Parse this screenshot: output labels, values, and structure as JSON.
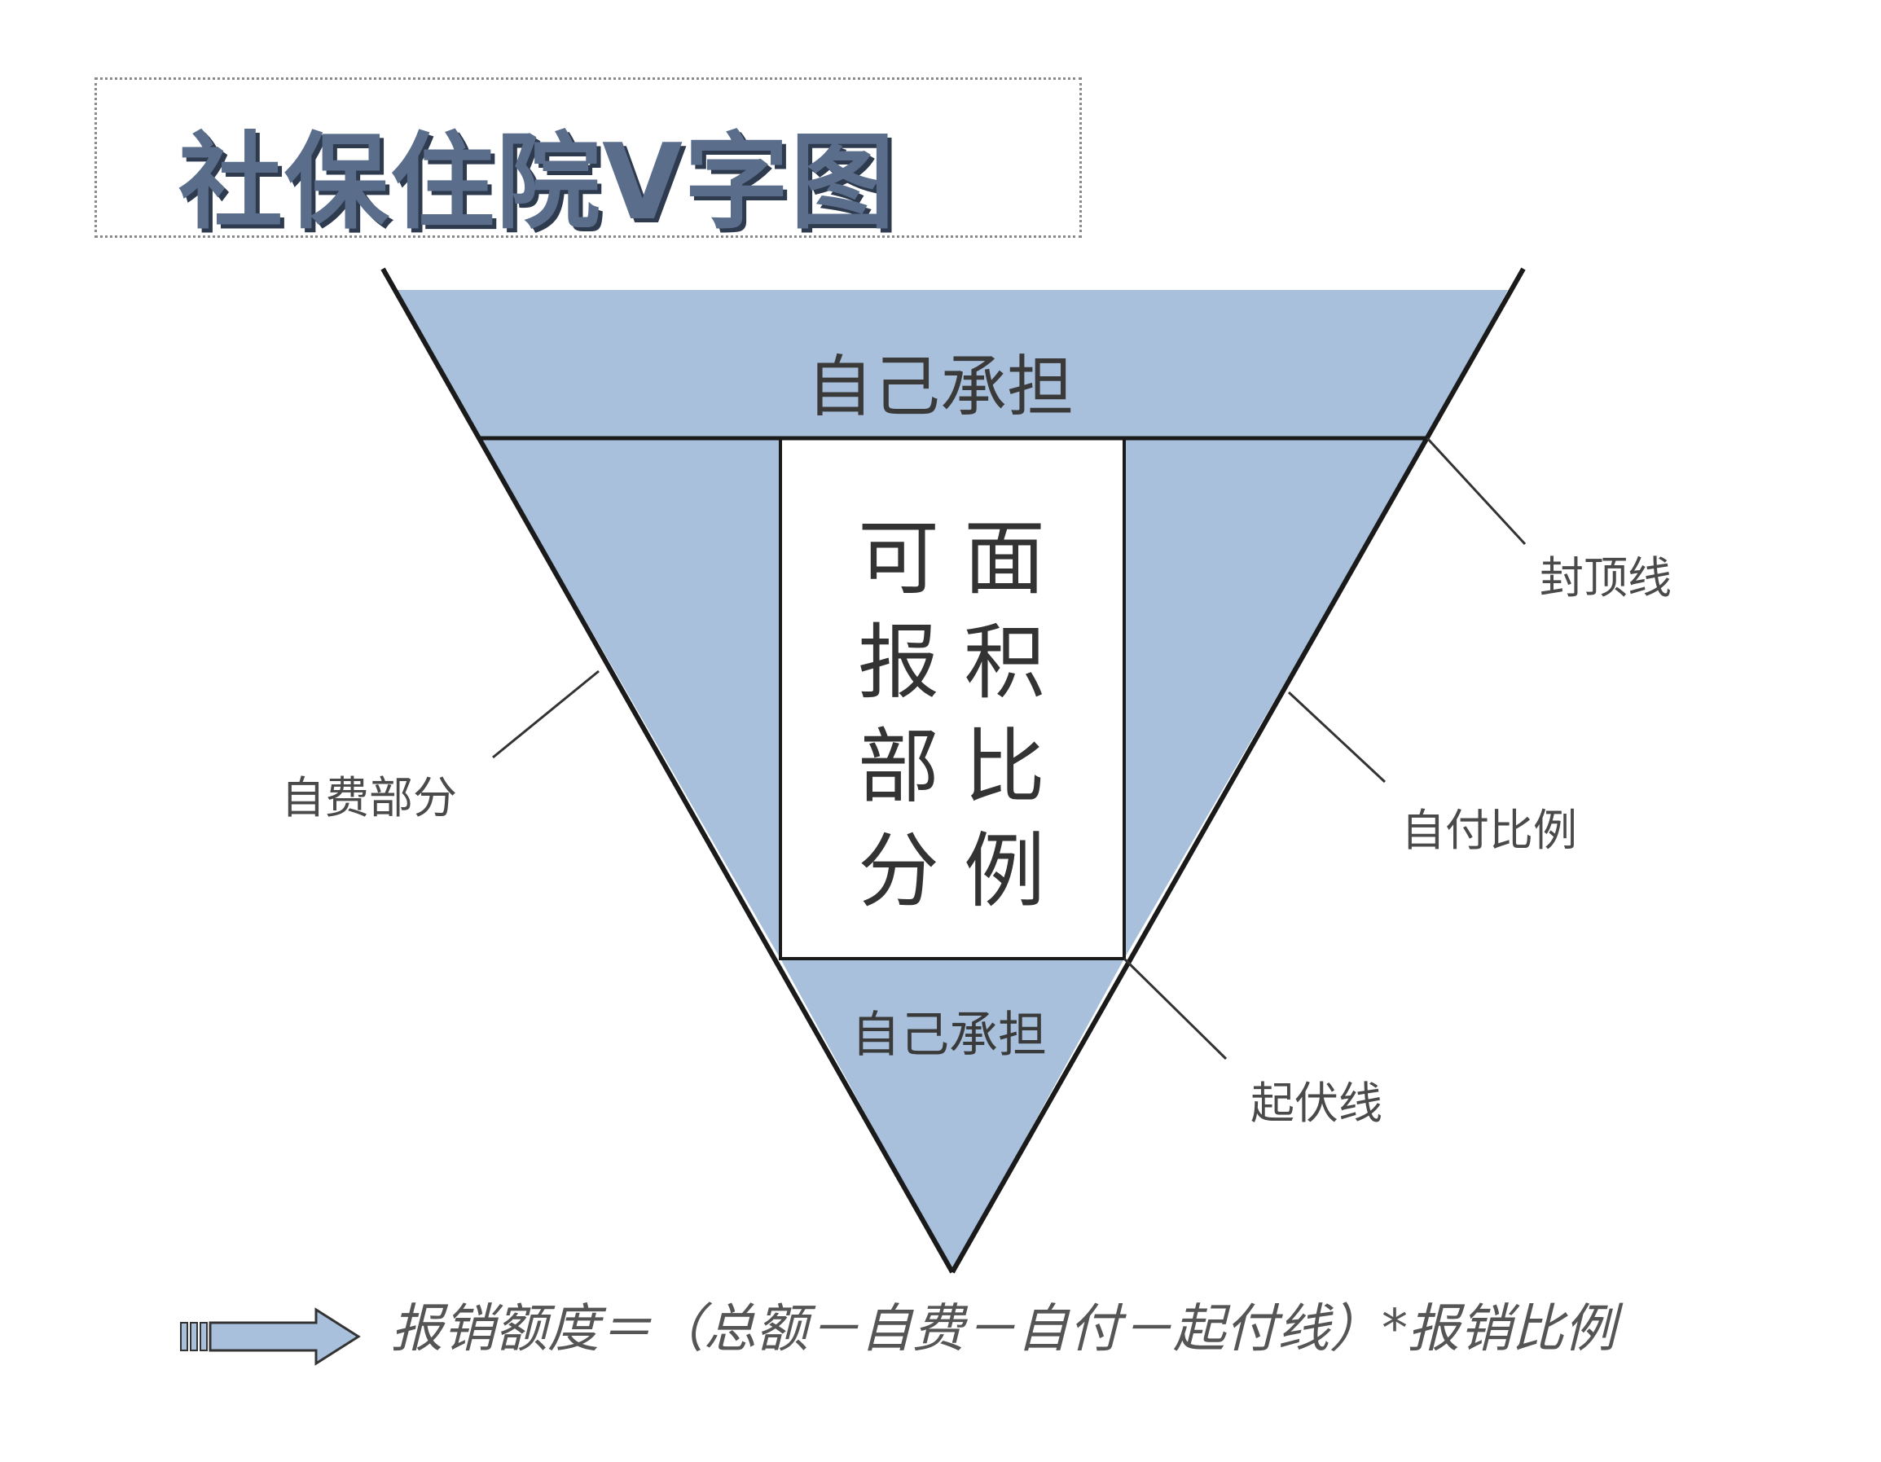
{
  "title": "社保住院V字图",
  "bands": {
    "top_label": "自己承担",
    "bottom_label": "自己承担",
    "center_col_1": [
      "可",
      "报",
      "部",
      "分"
    ],
    "center_col_2": [
      "面",
      "积",
      "比",
      "例"
    ]
  },
  "callouts": {
    "ceiling_line": "封顶线",
    "self_pay_part": "自费部分",
    "copay_ratio": "自付比例",
    "threshold_line": "起伏线"
  },
  "formula": "报销额度＝（总额－自费－自付－起付线）*报销比例",
  "colors": {
    "band_fill": "#a8c0dc",
    "center_fill": "#ffffff",
    "outline": "#1a1a1a",
    "arrow_fill": "#a8c0dc"
  }
}
